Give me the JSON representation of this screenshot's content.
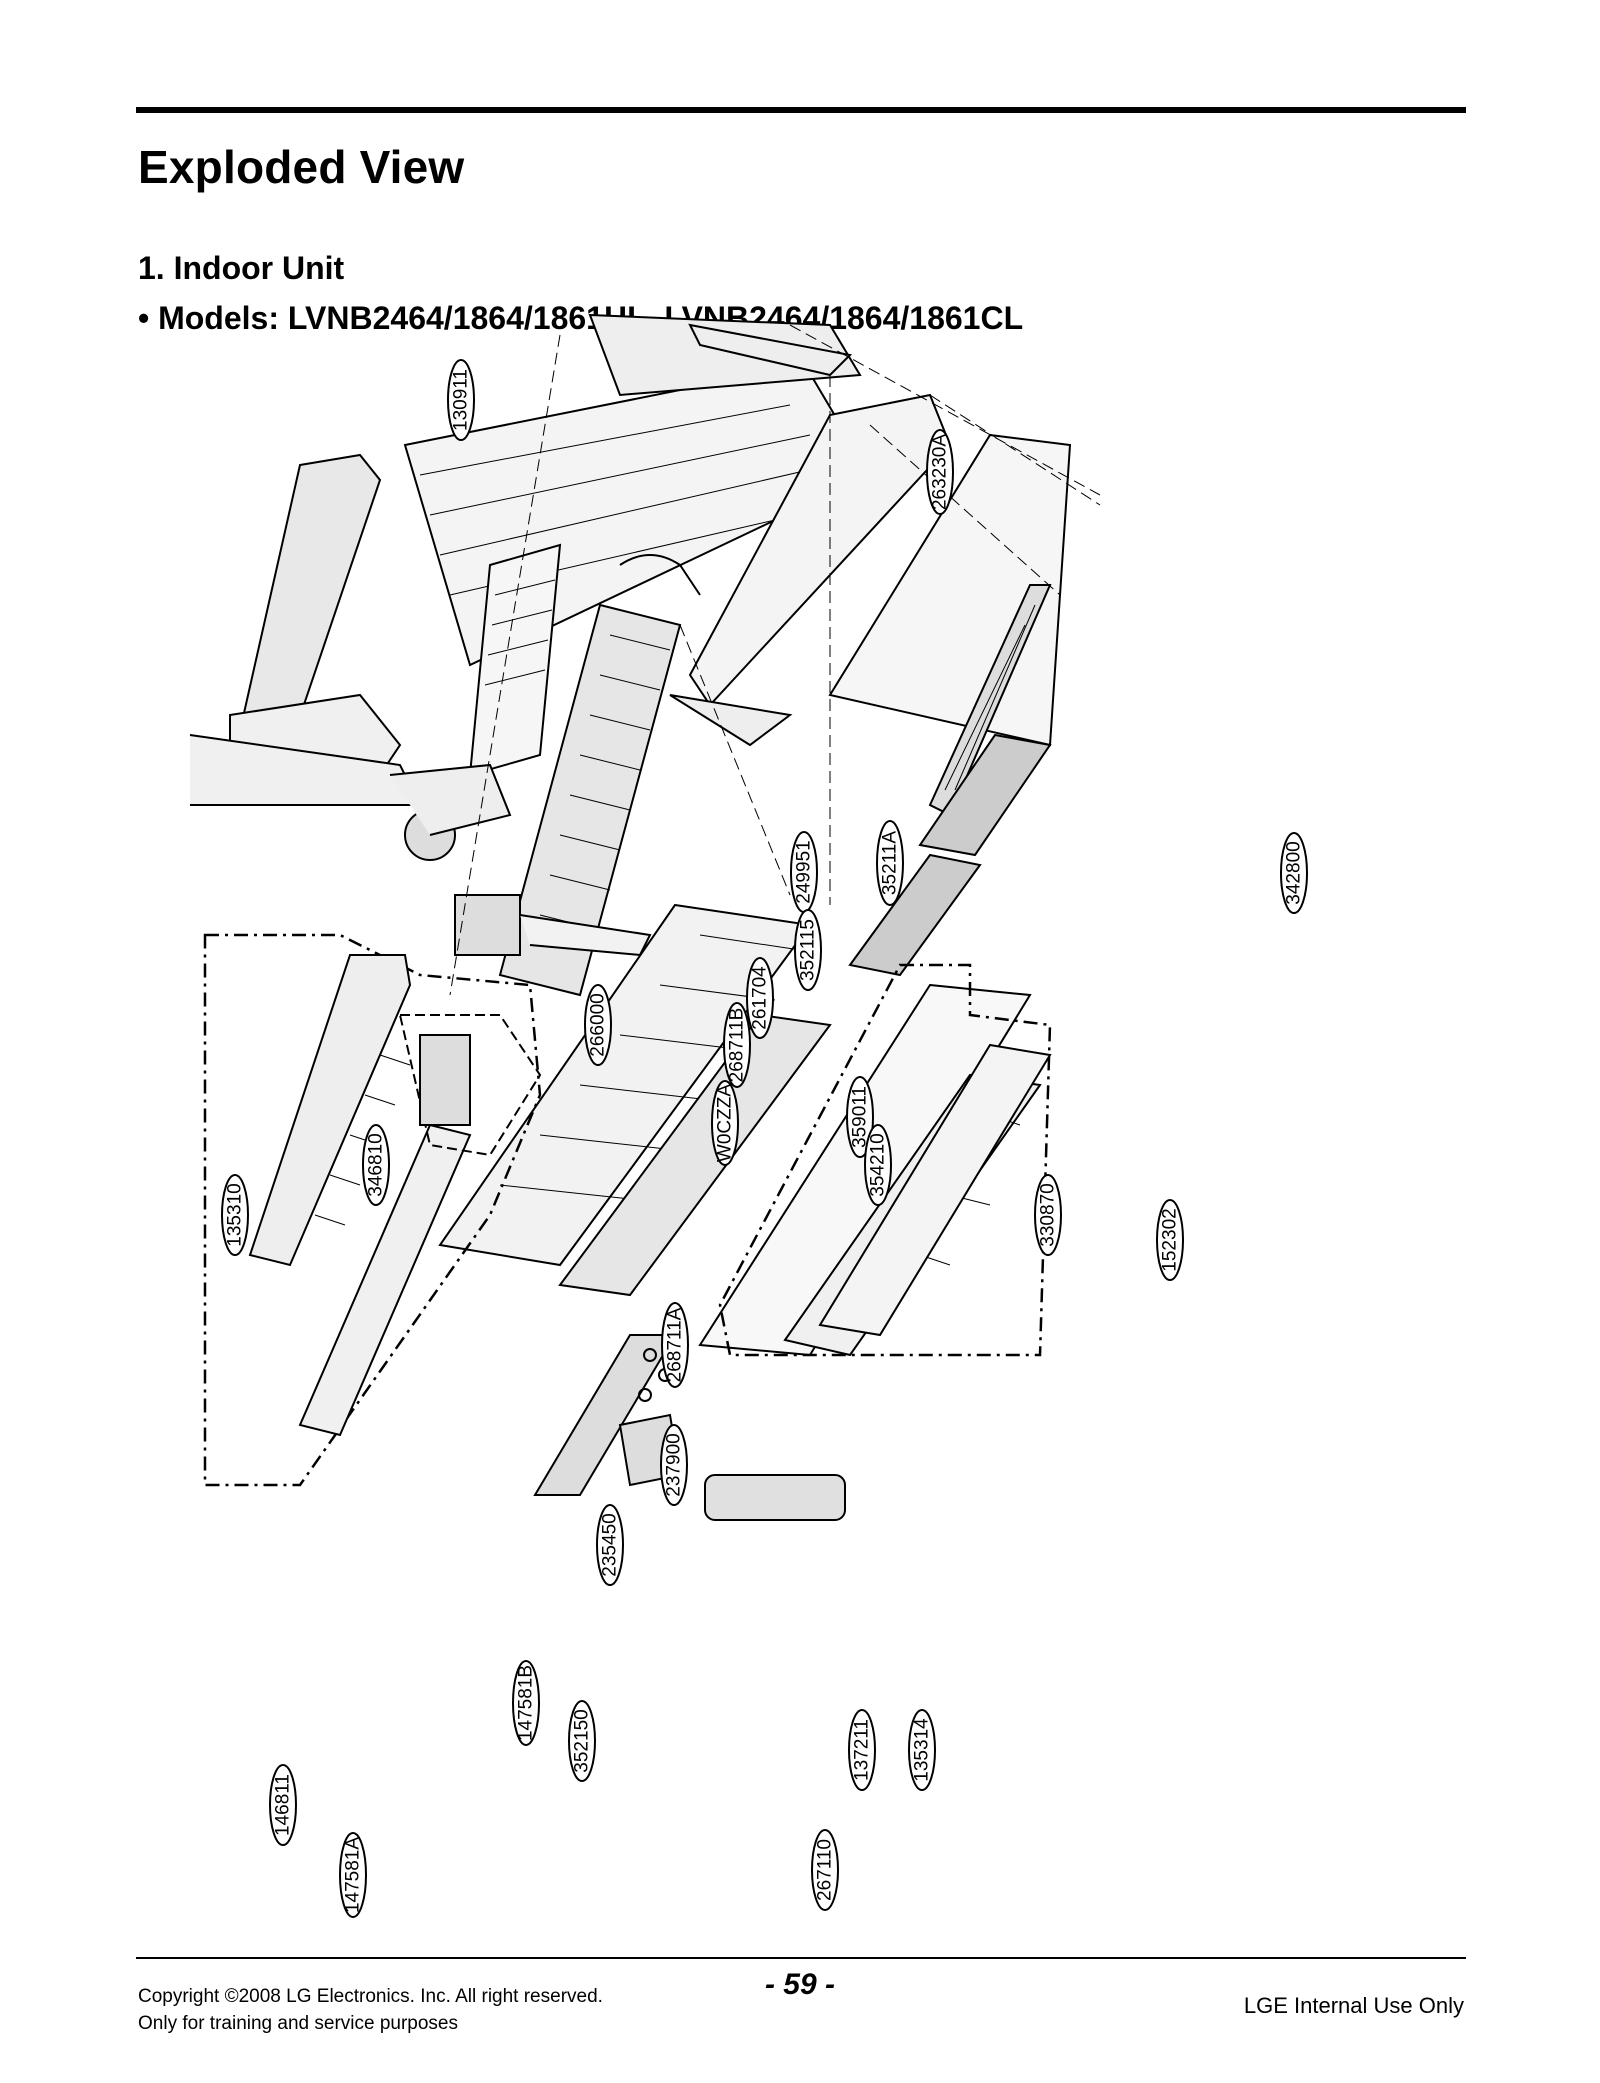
{
  "header": {
    "title": "Exploded View",
    "section": "1. Indoor Unit",
    "models": "• Models: LVNB2464/1864/1861HL, LVNB2464/1864/1861CL"
  },
  "diagram": {
    "part_numbers": [
      "130911",
      "263230A",
      "249951",
      "35211A",
      "342800",
      "352115",
      "261704",
      "268711B",
      "266000",
      "W0CZZA",
      "359011",
      "354210",
      "346810",
      "330870",
      "135310",
      "152302",
      "268711A",
      "237900",
      "235450",
      "147581B",
      "352150",
      "137211",
      "135314",
      "146811",
      "147581A",
      "267110"
    ]
  },
  "footer": {
    "copyright_line1": "Copyright ©2008 LG Electronics. Inc. All right reserved.",
    "copyright_line2": "Only for training and service purposes",
    "page_number": "- 59 -",
    "internal_use": "LGE Internal Use Only"
  }
}
